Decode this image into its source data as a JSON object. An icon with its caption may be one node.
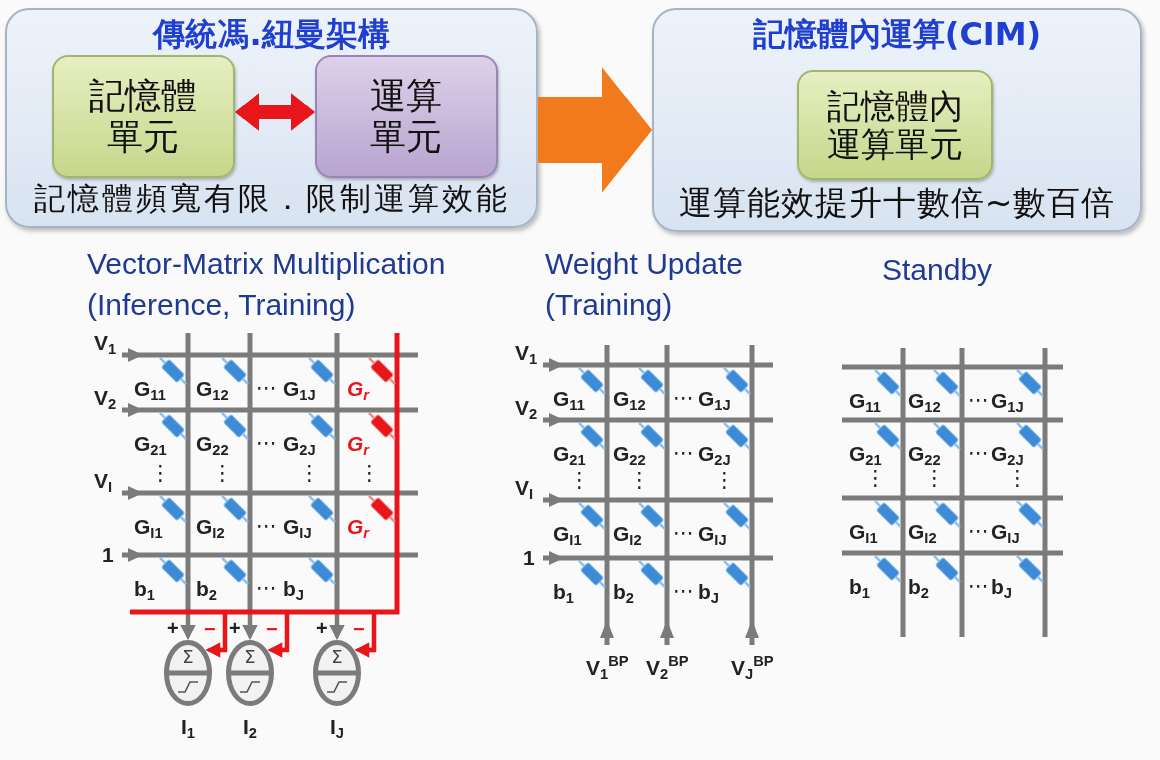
{
  "diagram": {
    "nodes": [
      {
        "text": [
          "傳統馮.紐曼架構",
          "記憶體頻寬有限．限制運算效能"
        ]
      },
      {
        "text": [
          "記憶體單元"
        ],
        "in": 0
      },
      {
        "text": [
          "運算單元"
        ],
        "in": 0
      },
      {
        "text": [
          "記憶體內運算(CIM)",
          "運算能效提升十數倍~數百倍"
        ]
      },
      {
        "text": [
          "記憶體內運算單元"
        ],
        "in": 3
      },
      {
        "text": [
          "Σ"
        ],
        "beside": [
          "I$_{1}$"
        ]
      },
      {
        "text": [
          "Σ"
        ],
        "beside": [
          "I$_{2}$"
        ]
      },
      {
        "text": [
          "Σ"
        ],
        "beside": [
          "I$_{J}$"
        ]
      }
    ],
    "edges": [
      {
        "from": 1,
        "to": 2,
        "arrow": "both",
        "style": "thick",
        "color": "#e8151b"
      },
      {
        "from": 0,
        "to": 3,
        "arrow": "to",
        "style": "thick",
        "color": "#f27a1a"
      },
      {
        "from": null,
        "to": 5,
        "arrow": "to",
        "label": "+",
        "color": "#7b7b7b"
      },
      {
        "from": null,
        "to": 5,
        "arrow": "to",
        "label": "−",
        "color": "#e8151b"
      },
      {
        "from": null,
        "to": 6,
        "arrow": "to",
        "label": "+",
        "color": "#7b7b7b"
      },
      {
        "from": null,
        "to": 6,
        "arrow": "to",
        "label": "−",
        "color": "#e8151b"
      },
      {
        "from": null,
        "to": 7,
        "arrow": "to",
        "label": "+",
        "color": "#7b7b7b"
      },
      {
        "from": null,
        "to": 7,
        "arrow": "to",
        "label": "−",
        "color": "#e8151b"
      }
    ],
    "labels": [
      "Vector-Matrix Multiplication (Inference, Training)",
      "V$_{1}$",
      "G$_{11}$",
      "G$_{12}$",
      "⋯",
      "G$_{1J}$",
      "G$_{r}$",
      "V$_{2}$",
      "G$_{21}$",
      "G$_{22}$",
      "⋯",
      "G$_{2J}$",
      "G$_{r}$",
      "⋮",
      "⋮",
      "⋮",
      "⋮",
      "V$_{I}$",
      "G$_{I1}$",
      "G$_{I2}$",
      "⋯",
      "G$_{IJ}$",
      "G$_{r}$",
      "1",
      "b$_{1}$",
      "b$_{2}$",
      "⋯",
      "b$_{J}$",
      "Weight Update (Training)",
      "V$_{1}$",
      "G$_{11}$",
      "G$_{12}$",
      "⋯",
      "G$_{1J}$",
      "V$_{2}$",
      "G$_{21}$",
      "G$_{22}$",
      "⋯",
      "G$_{2J}$",
      "⋮",
      "⋮",
      "⋮",
      "V$_{I}$",
      "G$_{I1}$",
      "G$_{I2}$",
      "⋯",
      "G$_{IJ}$",
      "1",
      "b$_{1}$",
      "b$_{2}$",
      "⋯",
      "b$_{J}$",
      "V$_{1}$$^{BP}$",
      "V$_{2}$$^{BP}$",
      "V$_{J}$$^{BP}$",
      "Standby",
      "G$_{11}$",
      "G$_{12}$",
      "⋯",
      "G$_{1J}$",
      "G$_{21}$",
      "G$_{22}$",
      "⋯",
      "G$_{2J}$",
      "⋮",
      "⋮",
      "⋮",
      "G$_{I1}$",
      "G$_{I2}$",
      "⋯",
      "G$_{IJ}$",
      "b$_{1}$",
      "b$_{2}$",
      "⋯",
      "b$_{J}$"
    ]
  }
}
